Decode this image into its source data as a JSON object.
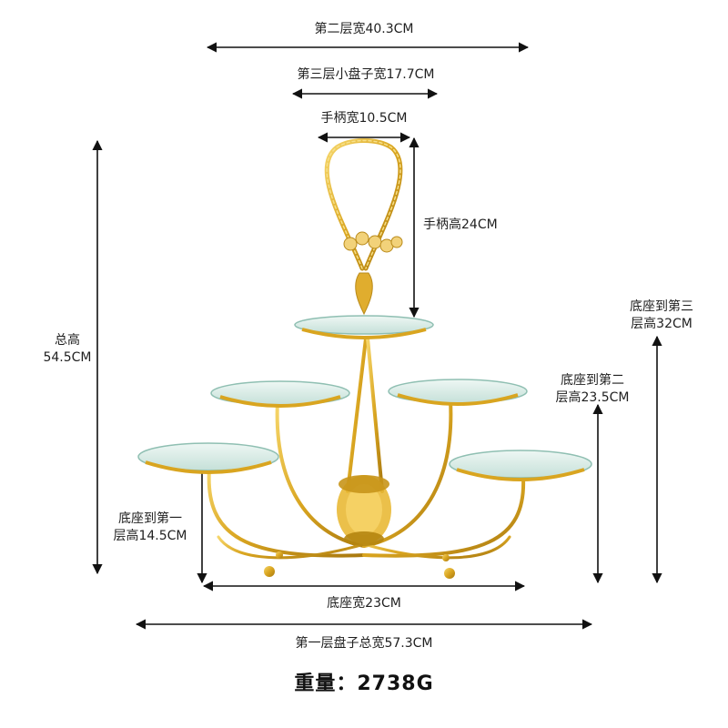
{
  "labels": {
    "layer2_width": "第二层宽40.3CM",
    "layer3_plate_width": "第三层小盘子宽17.7CM",
    "handle_width": "手柄宽10.5CM",
    "handle_height": "手柄高24CM",
    "total_height_line1": "总高",
    "total_height_line2": "54.5CM",
    "base_to_layer3_line1": "底座到第三",
    "base_to_layer3_line2": "层高32CM",
    "base_to_layer2_line1": "底座到第二",
    "base_to_layer2_line2": "层高23.5CM",
    "base_to_layer1_line1": "底座到第一",
    "base_to_layer1_line2": "层高14.5CM",
    "base_width": "底座宽23CM",
    "layer1_total_width": "第一层盘子总宽57.3CM"
  },
  "weight": "重量：2738G",
  "colors": {
    "gold": "#d9a520",
    "gold_light": "#f3cf5a",
    "gold_dark": "#a8780f",
    "glass": "#cfe6e0",
    "glass_edge": "#8fbfb2",
    "arrow": "#111111"
  }
}
